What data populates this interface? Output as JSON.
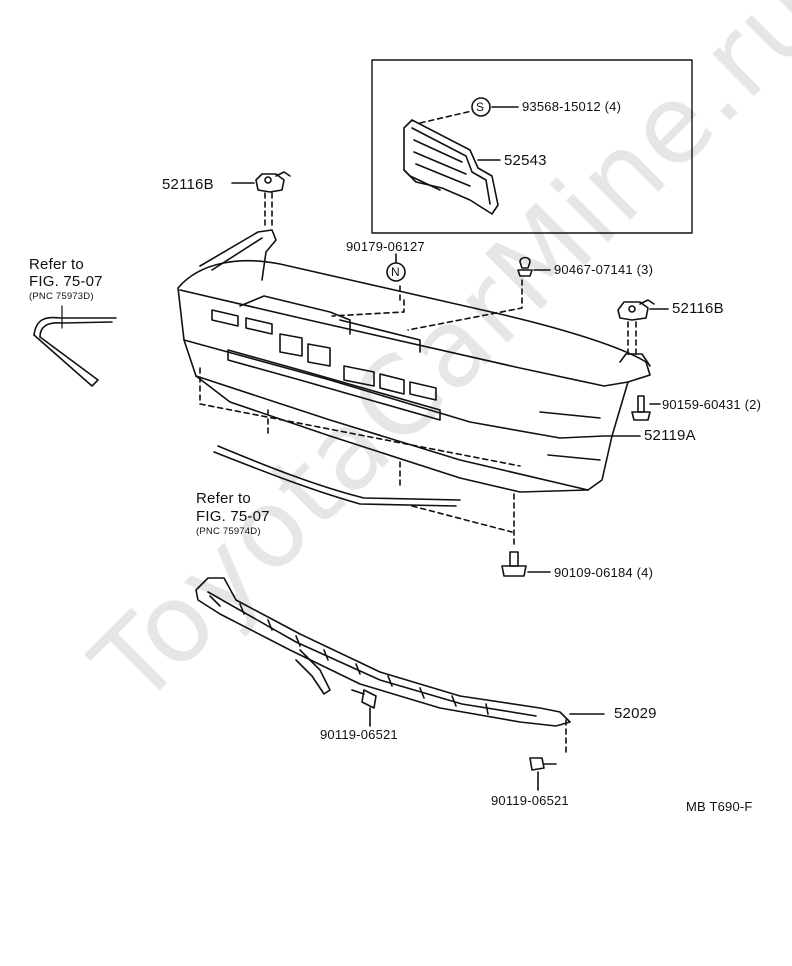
{
  "watermark": "ToyotaCarMine.ru",
  "inset": {
    "part_s_marker": "S",
    "part_s_label": "93568-15012 (4)",
    "bracket_label": "52543"
  },
  "labels": {
    "retainer_left": "52116B",
    "retainer_right": "52116B",
    "n_marker": "N",
    "n_clip": "90179-06127",
    "clip_top": "90467-07141 (3)",
    "bolt_side": "90159-60431 (2)",
    "bumper_cover": "52119A",
    "bolt_lower": "90109-06184 (4)",
    "reinforcement": "52029",
    "screw_left": "90119-06521",
    "screw_right": "90119-06521",
    "figure_code": "MB T690-F"
  },
  "refs": {
    "upper": {
      "line1": "Refer to",
      "line2": "FIG. 75-07",
      "pnc": "(PNC 75973D)"
    },
    "lower": {
      "line1": "Refer to",
      "line2": "FIG. 75-07",
      "pnc": "(PNC 75974D)"
    }
  }
}
